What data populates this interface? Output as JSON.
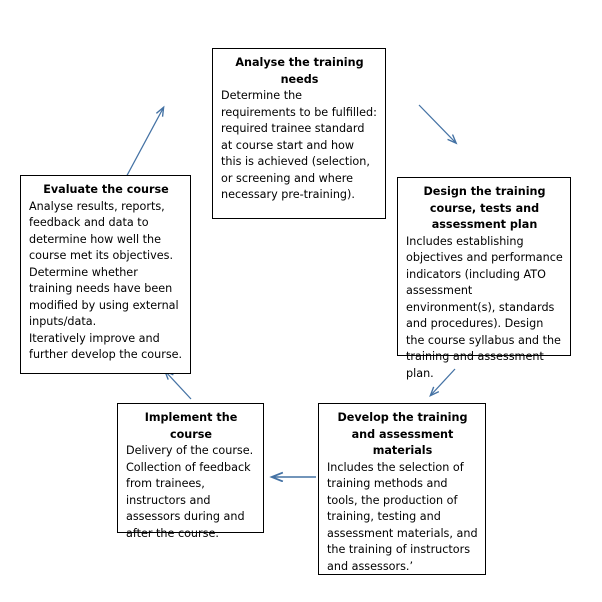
{
  "diagram": {
    "title": "Training course lifecycle cycle",
    "arrow_color": "#4472a4",
    "box_border_color": "#000000",
    "background_color": "#ffffff",
    "text_color": "#000000",
    "nodes": [
      {
        "id": "analyse",
        "title": "Analyse the training needs",
        "body": "Determine the requirements to be fulfilled: required trainee standard at course start and how this is achieved (selection, or screening and where necessary pre-training)."
      },
      {
        "id": "design",
        "title": "Design the training course, tests and assessment plan",
        "body": "Includes establishing objectives and performance indicators (including ATO assessment environment(s), standards and procedures). Design the course syllabus and the training and assessment plan."
      },
      {
        "id": "develop",
        "title": "Develop the training and assessment materials",
        "body": "Includes the selection of training methods and tools, the production of training, testing and assessment materials, and the training of instructors and assessors.’"
      },
      {
        "id": "implement",
        "title": "Implement the course",
        "body": "Delivery of the course. Collection of feedback from trainees, instructors and assessors during and after the course."
      },
      {
        "id": "evaluate",
        "title": "Evaluate the course",
        "body": "Analyse results, reports, feedback and data to determine how well the course met its objectives.\nDetermine whether training needs have been modified by using external inputs/data.\nIteratively improve and further develop the course."
      }
    ],
    "arrows": [
      {
        "id": "evaluate-to-analyse",
        "from": "evaluate",
        "to": "analyse",
        "direction": "up-right"
      },
      {
        "id": "analyse-to-design",
        "from": "analyse",
        "to": "design",
        "direction": "down-right"
      },
      {
        "id": "design-to-develop",
        "from": "design",
        "to": "develop",
        "direction": "down-left"
      },
      {
        "id": "develop-to-implement",
        "from": "develop",
        "to": "implement",
        "direction": "left"
      },
      {
        "id": "implement-to-evaluate",
        "from": "implement",
        "to": "evaluate",
        "direction": "up-left"
      }
    ]
  }
}
